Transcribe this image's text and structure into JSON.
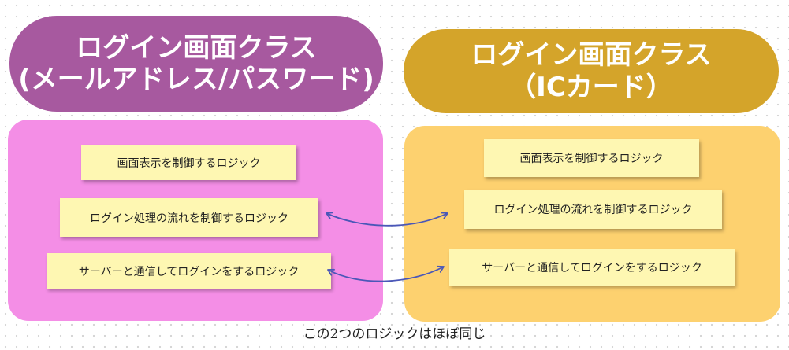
{
  "titles": {
    "left": {
      "line1": "ログイン画面クラス",
      "line2": "(メールアドレス/パスワード)"
    },
    "right": {
      "line1": "ログイン画面クラス",
      "line2": "（ICカード）"
    }
  },
  "left_notes": [
    "画面表示を制御するロジック",
    "ログイン処理の流れを制御するロジック",
    "サーバーと通信してログインをするロジック"
  ],
  "right_notes": [
    "画面表示を制御するロジック",
    "ログイン処理の流れを制御するロジック",
    "サーバーと通信してログインをするロジック"
  ],
  "caption": "この2つのロジックはほぼ同じ",
  "colors": {
    "left_title": "#a7599f",
    "left_panel": "#f48ee6",
    "right_title": "#d4a42a",
    "right_panel": "#fdd16f",
    "note": "#fef7b2",
    "arrow": "#4a57b8"
  }
}
